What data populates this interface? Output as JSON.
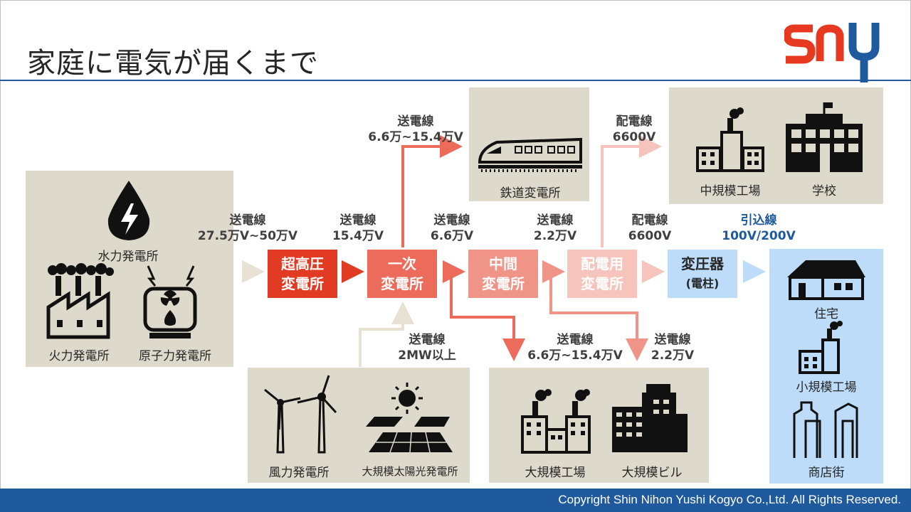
{
  "title": "家庭に電気が届くまで",
  "footer": "Copyright Shin Nihon Yushi Kogyo Co.,Ltd. All Rights Reserved.",
  "colors": {
    "brand_blue": "#1f5a9e",
    "logo_red": "#e73820",
    "panel": "#dddacb",
    "panel_blue": "#bcdcf9"
  },
  "sources": {
    "hydro": "水力発電所",
    "thermal": "火力発電所",
    "nuclear": "原子力発電所",
    "wind": "風力発電所",
    "solar": "大規模太陽光発電所"
  },
  "substations": {
    "ultra_1": "超高圧",
    "ultra_2": "変電所",
    "primary_1": "一次",
    "primary_2": "変電所",
    "middle_1": "中間",
    "middle_2": "変電所",
    "dist_1": "配電用",
    "dist_2": "変電所",
    "trans_1": "変圧器",
    "trans_2": "(電柱)"
  },
  "lines": {
    "l1_a": "送電線",
    "l1_b": "27.5万V~50万V",
    "l2_a": "送電線",
    "l2_b": "15.4万V",
    "l3_a": "送電線",
    "l3_b": "6.6万V",
    "l4_a": "送電線",
    "l4_b": "2.2万V",
    "l5_a": "配電線",
    "l5_b": "6600V",
    "l6_a": "引込線",
    "l6_b": "100V/200V",
    "rail_a": "送電線",
    "rail_b": "6.6万~15.4万V",
    "renew_a": "送電線",
    "renew_b": "2MW以上",
    "large_a": "送電線",
    "large_b": "6.6万~15.4万V",
    "bldg_a": "送電線",
    "bldg_b": "2.2万V",
    "mid_a": "配電線",
    "mid_b": "6600V"
  },
  "consumers": {
    "rail": "鉄道変電所",
    "mid_factory": "中規模工場",
    "school": "学校",
    "large_factory": "大規模工場",
    "large_building": "大規模ビル",
    "house": "住宅",
    "small_factory": "小規模工場",
    "shops": "商店街"
  },
  "icons": [
    "water-drop-lightning-icon",
    "factory-icon",
    "nuclear-plant-icon",
    "train-icon",
    "school-icon",
    "wind-turbine-icon",
    "solar-panel-icon",
    "building-icon",
    "house-icon",
    "shopping-street-icon",
    "sny-logo"
  ]
}
